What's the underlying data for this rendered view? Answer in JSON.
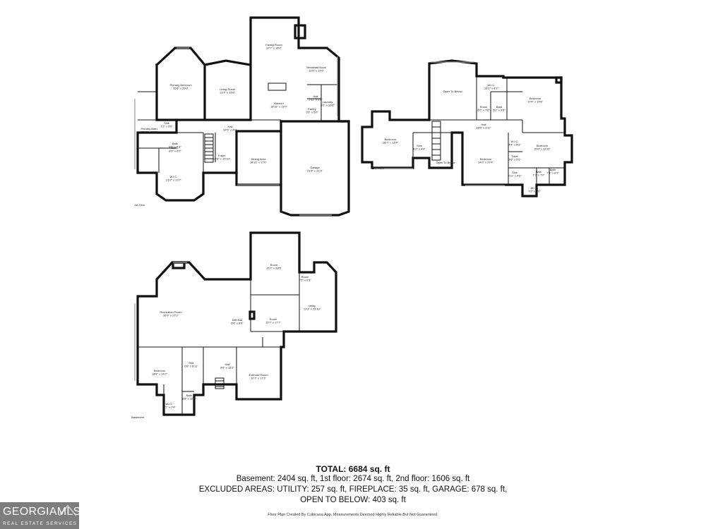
{
  "floors": {
    "first": {
      "label": "1st Floor",
      "rooms": [
        {
          "name": "Primary Bedroom",
          "dim": "15'6\" x 20'0\""
        },
        {
          "name": "Living Room",
          "dim": "13'3\" x 16'8\""
        },
        {
          "name": "Family Room",
          "dim": "17'7\" x 16'0\""
        },
        {
          "name": "Breakfast Nook",
          "dim": "12'6\" x 12'0\""
        },
        {
          "name": "Kitchen",
          "dim": "18'11\" x 13'0\""
        },
        {
          "name": "Hall",
          "dim": "3'11\" x 5'6\""
        },
        {
          "name": "Laundry",
          "dim": "6'0\" x 10'8\""
        },
        {
          "name": "Pantry",
          "dim": "3'6\" x 5'0\""
        },
        {
          "name": "Primary Bath",
          "dim": "12'10\" x 15'1\""
        },
        {
          "name": "Sink",
          "dim": "7'2\" x 5'6\""
        },
        {
          "name": "Hall",
          "dim": "34'5\" x 4'0\""
        },
        {
          "name": "Bath",
          "dim": "8'6\" x 6'3\""
        },
        {
          "name": "W.I.C.",
          "dim": "8'0\" x 6'2\""
        },
        {
          "name": "Foyer",
          "dim": "10'8\" x 15'10\""
        },
        {
          "name": "Dining Area",
          "dim": "14'11\" x 17'0\""
        },
        {
          "name": "Garage",
          "dim": "21'8\" x 21'0\""
        },
        {
          "name": "W.I.C.",
          "dim": "21'8\" x 13'7\""
        }
      ]
    },
    "second": {
      "label": "2nd Floor",
      "rooms": [
        {
          "name": "Open To Below",
          "dim": ""
        },
        {
          "name": "W.I.C.",
          "dim": "16'1\" x 4'2\""
        },
        {
          "name": "Bedroom",
          "dim": "17'4\" x 14'8\""
        },
        {
          "name": "Room",
          "dim": "6'0\" x 7'6\""
        },
        {
          "name": "Bath",
          "dim": "5'2\" x 9'8\""
        },
        {
          "name": "Hall",
          "dim": "20'3\" x 3'11\""
        },
        {
          "name": "Bedroom",
          "dim": "16'7\" x 12'4\""
        },
        {
          "name": "Sink",
          "dim": "6'0\" x 4'4\""
        },
        {
          "name": "W.I.C.",
          "dim": "4'4\" x 4'3\""
        },
        {
          "name": "Bedroom",
          "dim": "15'0\" x 14'11\""
        },
        {
          "name": "Bedroom",
          "dim": "14'0\" x 17'4\""
        },
        {
          "name": "Sink",
          "dim": "3'11\" x 4'3\""
        },
        {
          "name": "Toilet",
          "dim": "3'6\" x 5'5\""
        },
        {
          "name": "Bath",
          "dim": "7'1\" x 7'0\""
        },
        {
          "name": "Bath",
          "dim": "7'4\" x 8'3\""
        },
        {
          "name": "Open To Below",
          "dim": ""
        },
        {
          "name": "W.I.C.",
          "dim": "7'2\" x 5'6\""
        }
      ]
    },
    "basement": {
      "label": "Basement",
      "rooms": [
        {
          "name": "Room",
          "dim": "15'7\" x 20'5\""
        },
        {
          "name": "Room",
          "dim": "7'5\" x 9'3\""
        },
        {
          "name": "Utility",
          "dim": "12'3\" x 23'10\""
        },
        {
          "name": "Recreation Room",
          "dim": "36'9\" x 27'2\""
        },
        {
          "name": "Wet Bar",
          "dim": "6'8\" x 8'8\""
        },
        {
          "name": "Room",
          "dim": "15'7\" x 17'7\""
        },
        {
          "name": "Hall",
          "dim": "6'8\" x 8'11\""
        },
        {
          "name": "Hall",
          "dim": "8'6\" x 18'2\""
        },
        {
          "name": "Bedroom",
          "dim": "14'8\" x 14'2\""
        },
        {
          "name": "Exercise Room",
          "dim": "16'7\" x 17'3\""
        },
        {
          "name": "Bath",
          "dim": "8'8\" x 12'7\""
        },
        {
          "name": "W.I.C.",
          "dim": "8'1\" x 7'4\""
        }
      ]
    }
  },
  "summary": {
    "total": "TOTAL: 6684 sq. ft",
    "line1": "Basement: 2404 sq. ft, 1st floor: 2674 sq. ft, 2nd floor: 1606 sq. ft",
    "line2": "EXCLUDED AREAS: UTILITY: 257 sq. ft, FIREPLACE: 35 sq. ft, GARAGE: 678 sq. ft,",
    "line3": "OPEN TO BELOW: 403 sq. ft"
  },
  "credit": "Floor Plan Created By Cubicasa App. Measurements Deemed Highly Reliable But Not Guaranteed.",
  "logo": {
    "text": "GEORGIAMLS",
    "subtext": "REAL ESTATE SERVICES"
  },
  "colors": {
    "wall": "#111111",
    "logo_bg": "#7b7e81",
    "logo_text": "#ffffff"
  }
}
